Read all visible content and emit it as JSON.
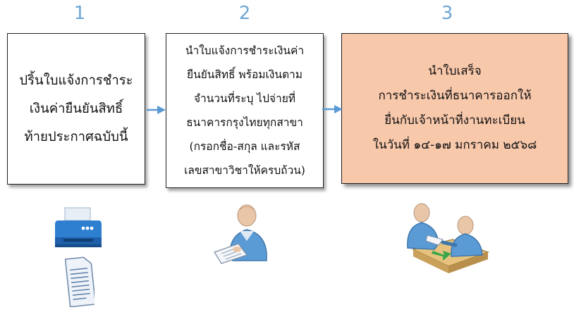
{
  "steps": [
    {
      "number": "1",
      "lines": [
        "ปริ้นใบแจ้งการชำระ",
        "เงินค่ายืนยันสิทธิ์",
        "ท้ายประกาศฉบับนี้"
      ],
      "icons": [
        "printer-icon",
        "document-icon"
      ]
    },
    {
      "number": "2",
      "lines": [
        "นำใบแจ้งการชำระเงินค่า",
        "ยืนยันสิทธิ์ พร้อมเงินตาม",
        "จำนวนที่ระบุ ไปจ่ายที่",
        "ธนาคารกรุงไทยทุกสาขา",
        "(กรอกชื่อ-สกุล และรหัส",
        "เลขสาขาวิชาให้ครบถ้วน)"
      ],
      "icons": [
        "person-with-document-icon"
      ]
    },
    {
      "number": "3",
      "lines": [
        "นำใบเสร็จ",
        "การชำระเงินที่ธนาคารออกให้",
        "ยื่นกับเจ้าหน้าที่งานทะเบียน",
        "ในวันที่ ๑๔-๑๗ มกราคม ๒๕๖๘"
      ],
      "icons": [
        "handing-document-icon"
      ]
    }
  ],
  "colors": {
    "step_number": "#6fa6d6",
    "arrow": "#5b9bd5",
    "highlight_box": "#f8c8ab",
    "border": "#222222"
  }
}
